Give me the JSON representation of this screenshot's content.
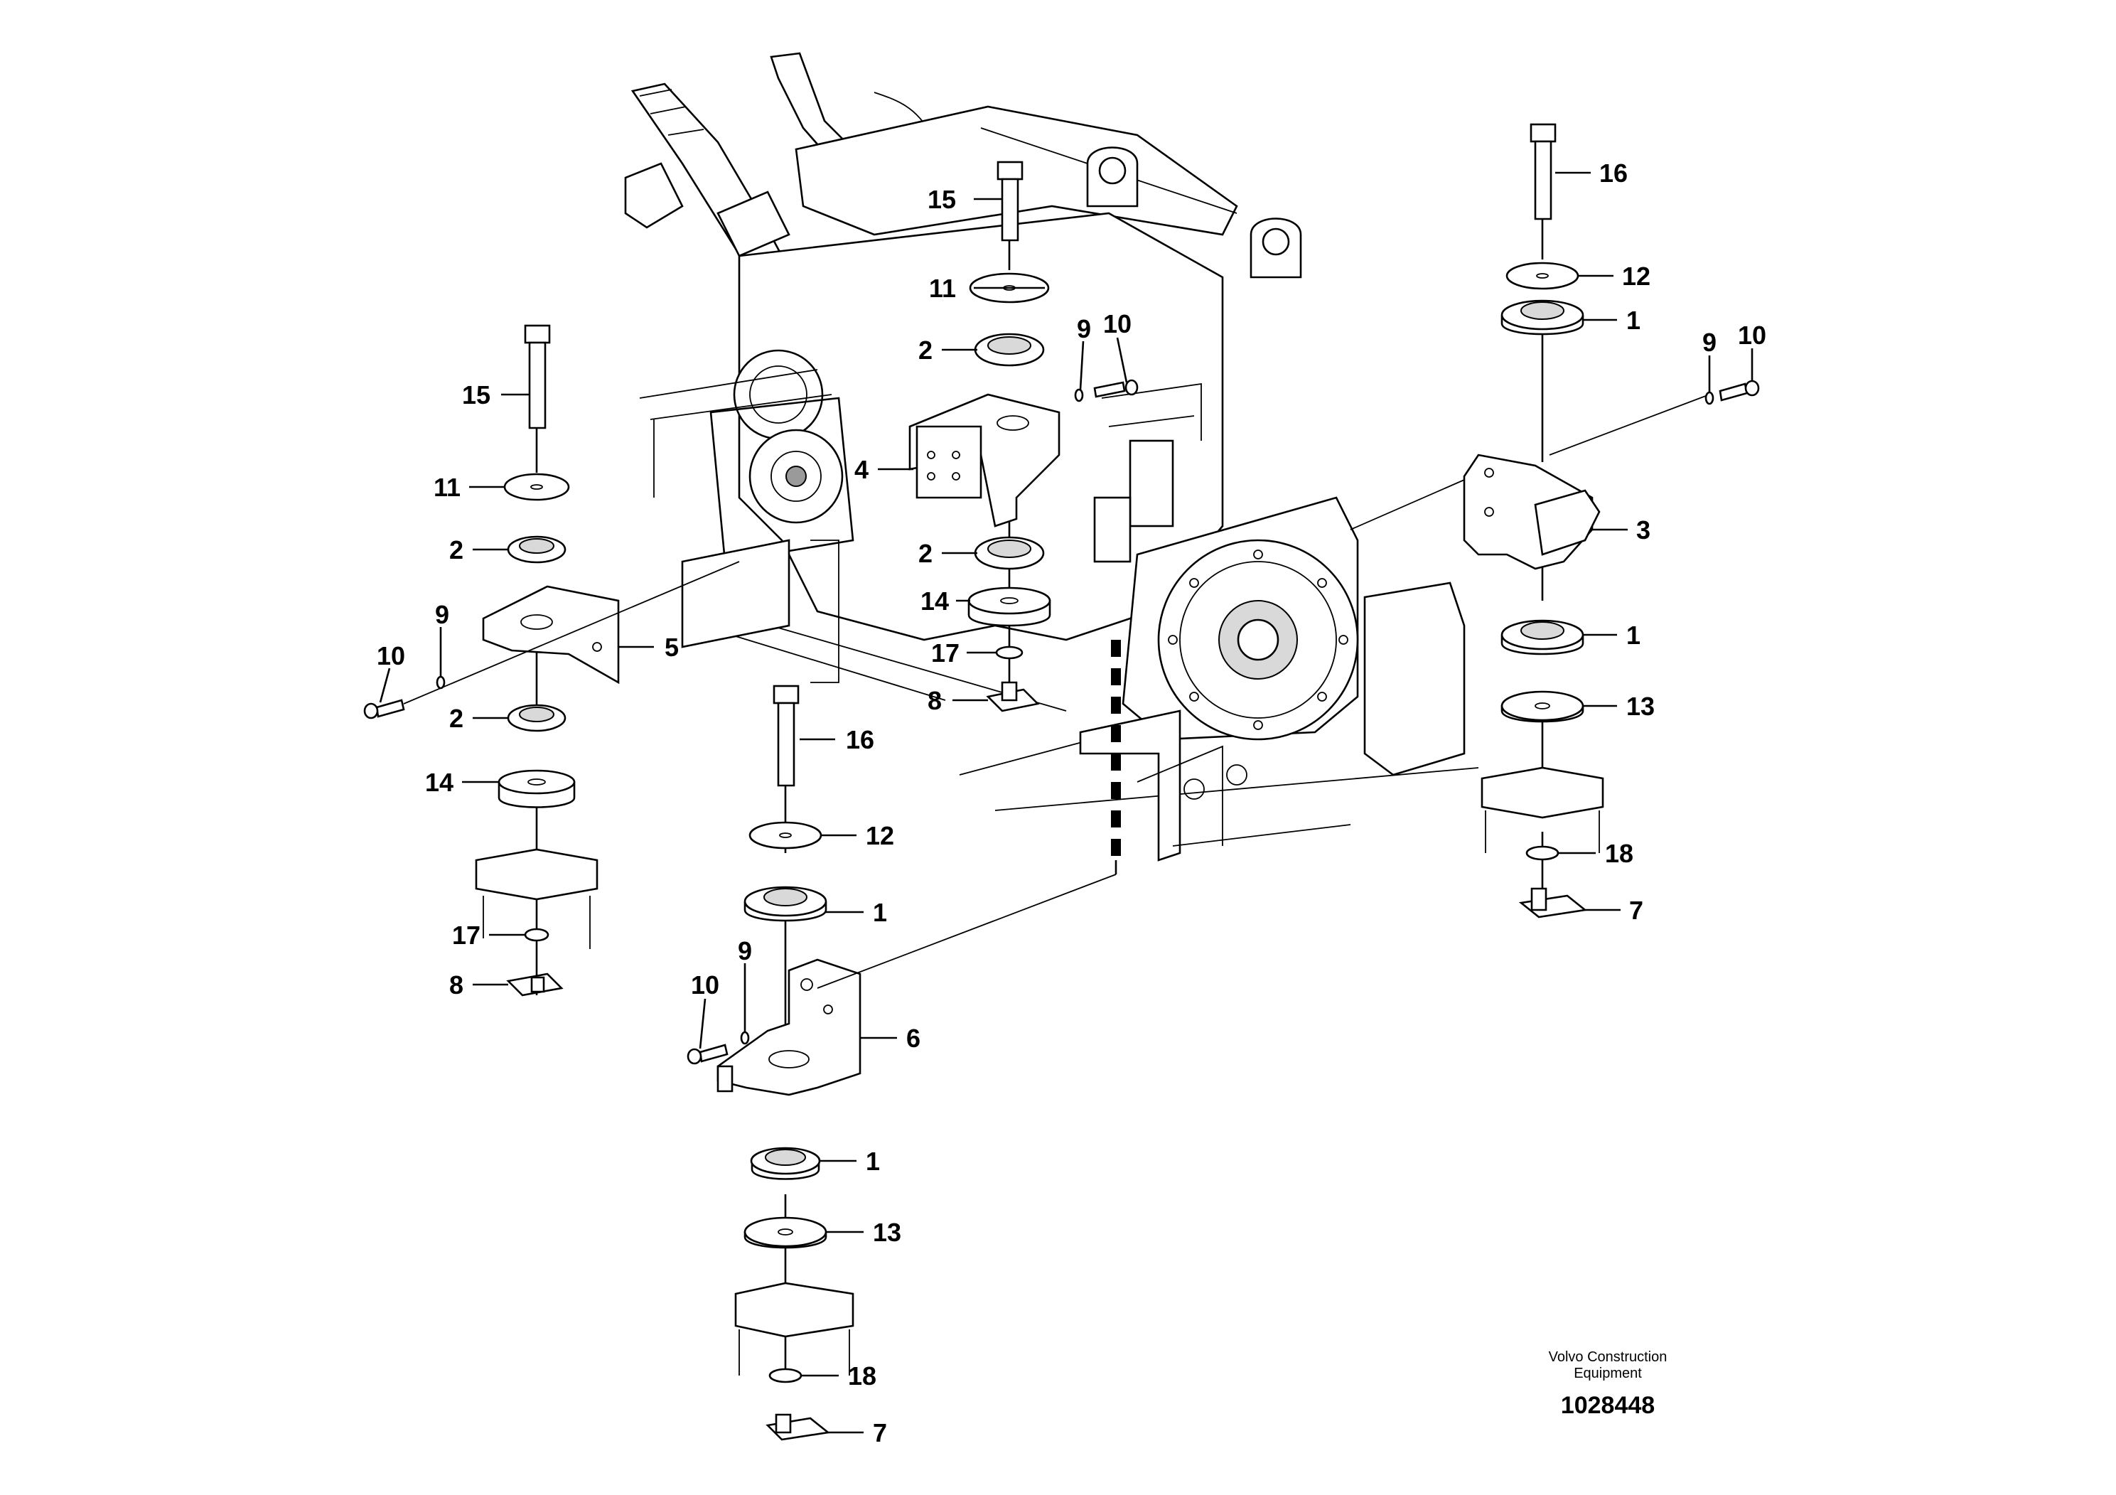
{
  "callouts": [
    {
      "id": "c-15-mid",
      "label": "15"
    },
    {
      "id": "c-11-mid",
      "label": "11"
    },
    {
      "id": "c-2-mid-top",
      "label": "2"
    },
    {
      "id": "c-9-mid",
      "label": "9"
    },
    {
      "id": "c-10-mid",
      "label": "10"
    },
    {
      "id": "c-4",
      "label": "4"
    },
    {
      "id": "c-2-mid-bot",
      "label": "2"
    },
    {
      "id": "c-14-mid",
      "label": "14"
    },
    {
      "id": "c-17-mid",
      "label": "17"
    },
    {
      "id": "c-8-mid",
      "label": "8"
    },
    {
      "id": "c-15-left",
      "label": "15"
    },
    {
      "id": "c-11-left",
      "label": "11"
    },
    {
      "id": "c-2-left-top",
      "label": "2"
    },
    {
      "id": "c-10-left",
      "label": "10"
    },
    {
      "id": "c-9-left",
      "label": "9"
    },
    {
      "id": "c-5",
      "label": "5"
    },
    {
      "id": "c-2-left-bot",
      "label": "2"
    },
    {
      "id": "c-14-left",
      "label": "14"
    },
    {
      "id": "c-17-left",
      "label": "17"
    },
    {
      "id": "c-8-left",
      "label": "8"
    },
    {
      "id": "c-16-front",
      "label": "16"
    },
    {
      "id": "c-12-front",
      "label": "12"
    },
    {
      "id": "c-1-front-top",
      "label": "1"
    },
    {
      "id": "c-10-front",
      "label": "10"
    },
    {
      "id": "c-9-front",
      "label": "9"
    },
    {
      "id": "c-6",
      "label": "6"
    },
    {
      "id": "c-1-front-bot",
      "label": "1"
    },
    {
      "id": "c-13-front",
      "label": "13"
    },
    {
      "id": "c-18-front",
      "label": "18"
    },
    {
      "id": "c-7-front",
      "label": "7"
    },
    {
      "id": "c-16-right",
      "label": "16"
    },
    {
      "id": "c-12-right",
      "label": "12"
    },
    {
      "id": "c-1-right-top",
      "label": "1"
    },
    {
      "id": "c-9-right",
      "label": "9"
    },
    {
      "id": "c-10-right",
      "label": "10"
    },
    {
      "id": "c-3",
      "label": "3"
    },
    {
      "id": "c-1-right-bot",
      "label": "1"
    },
    {
      "id": "c-13-right",
      "label": "13"
    },
    {
      "id": "c-18-right",
      "label": "18"
    },
    {
      "id": "c-7-right",
      "label": "7"
    }
  ],
  "credit": {
    "line1": "Volvo Construction",
    "line2": "Equipment",
    "doc_number": "1028448"
  }
}
